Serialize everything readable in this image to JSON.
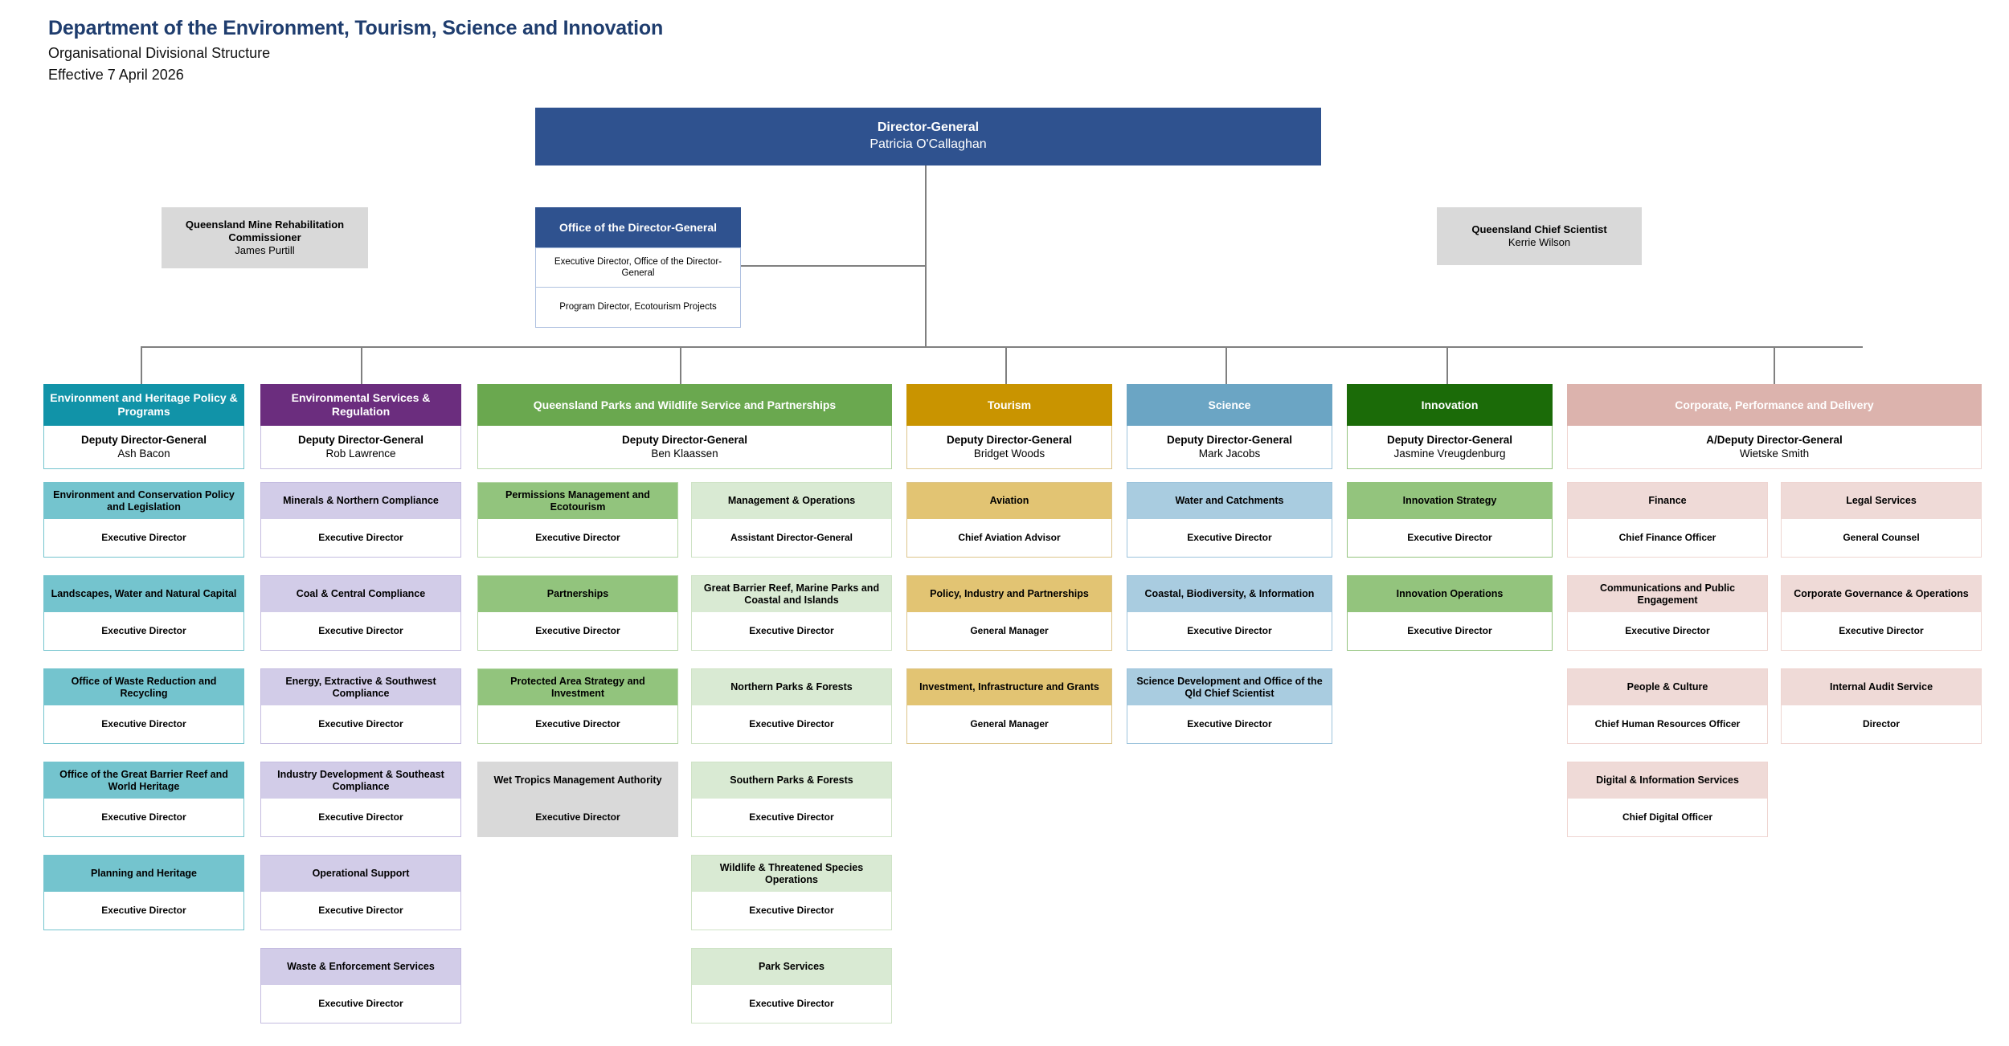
{
  "header": {
    "title": "Department of the Environment, Tourism, Science and Innovation",
    "subtitle": "Organisational Divisional Structure",
    "effective": "Effective 7 April 2026"
  },
  "top": {
    "director_general": {
      "role": "Director-General",
      "name": "Patricia O'Callaghan",
      "color": "#2F528F"
    },
    "mine_rehab": {
      "role": "Queensland Mine Rehabilitation Commissioner",
      "name": "James Purtill",
      "color": "#D9D9D9"
    },
    "chief_scientist": {
      "role": "Queensland Chief Scientist",
      "name": "Kerrie Wilson",
      "color": "#D9D9D9"
    },
    "office_dg": {
      "title": "Office of the Director-General",
      "color": "#2F528F",
      "rows": [
        "Executive Director, Office of the Director-General",
        "Program Director, Ecotourism Projects"
      ]
    }
  },
  "divisions": [
    {
      "title": "Environment and Heritage Policy & Programs",
      "role": "Deputy Director-General",
      "name": "Ash Bacon",
      "header_color": "#1193A8",
      "unit_color": "#74C4CE",
      "border_color": "#74C4CE",
      "units": [
        {
          "title": "Environment and Conservation Policy and Legislation",
          "role": "Executive Director"
        },
        {
          "title": "Landscapes, Water and Natural Capital",
          "role": "Executive Director"
        },
        {
          "title": "Office of Waste Reduction and Recycling",
          "role": "Executive Director"
        },
        {
          "title": "Office of the Great Barrier Reef and World Heritage",
          "role": "Executive Director"
        },
        {
          "title": "Planning and Heritage",
          "role": "Executive Director"
        }
      ]
    },
    {
      "title": "Environmental Services & Regulation",
      "role": "Deputy Director-General",
      "name": "Rob Lawrence",
      "header_color": "#6B2D7E",
      "unit_color": "#D2CCE8",
      "border_color": "#C4BCE0",
      "units": [
        {
          "title": "Minerals & Northern Compliance",
          "role": "Executive Director"
        },
        {
          "title": "Coal & Central Compliance",
          "role": "Executive Director"
        },
        {
          "title": "Energy, Extractive & Southwest Compliance",
          "role": "Executive Director"
        },
        {
          "title": "Industry Development & Southeast Compliance",
          "role": "Executive Director"
        },
        {
          "title": "Operational Support",
          "role": "Executive Director"
        },
        {
          "title": "Waste & Enforcement Services",
          "role": "Executive Director"
        }
      ]
    },
    {
      "title": "Queensland Parks and Wildlife Service and Partnerships",
      "role": "Deputy Director-General",
      "name": "Ben Klaassen",
      "header_color": "#6AA84F",
      "unit_color": "#92C47D",
      "border_color": "#B6D7A8",
      "units_left": [
        {
          "title": "Permissions Management and Ecotourism",
          "role": "Executive Director"
        },
        {
          "title": "Partnerships",
          "role": "Executive Director"
        },
        {
          "title": "Protected Area Strategy and Investment",
          "role": "Executive Director"
        },
        {
          "title": "Wet Tropics Management Authority",
          "role": "Executive Director",
          "grey": true
        }
      ],
      "units_right_color": "#D9EAD3",
      "units_right": [
        {
          "title": "Management & Operations",
          "role": "Assistant Director-General"
        },
        {
          "title": "Great Barrier Reef, Marine Parks and Coastal and Islands",
          "role": "Executive Director"
        },
        {
          "title": "Northern Parks & Forests",
          "role": "Executive Director"
        },
        {
          "title": "Southern Parks & Forests",
          "role": "Executive Director"
        },
        {
          "title": "Wildlife & Threatened Species Operations",
          "role": "Executive Director"
        },
        {
          "title": "Park Services",
          "role": "Executive Director"
        }
      ]
    },
    {
      "title": "Tourism",
      "role": "Deputy Director-General",
      "name": "Bridget Woods",
      "header_color": "#C99400",
      "unit_color": "#E2C473",
      "border_color": "#DDC58A",
      "units": [
        {
          "title": "Aviation",
          "role": "Chief Aviation Advisor"
        },
        {
          "title": "Policy, Industry and Partnerships",
          "role": "General Manager"
        },
        {
          "title": "Investment, Infrastructure and Grants",
          "role": "General Manager"
        }
      ]
    },
    {
      "title": "Science",
      "role": "Deputy Director-General",
      "name": "Mark Jacobs",
      "header_color": "#6BA5C4",
      "unit_color": "#A9CCE0",
      "border_color": "#9CC3DC",
      "units": [
        {
          "title": "Water and Catchments",
          "role": "Executive Director"
        },
        {
          "title": "Coastal, Biodiversity, & Information",
          "role": "Executive Director"
        },
        {
          "title": "Science Development and Office of the Qld Chief Scientist",
          "role": "Executive Director"
        }
      ]
    },
    {
      "title": "Innovation",
      "role": "Deputy Director-General",
      "name": "Jasmine Vreugdenburg",
      "header_color": "#1B6B08",
      "unit_color": "#93C47D",
      "border_color": "#93C47D",
      "units": [
        {
          "title": "Innovation Strategy",
          "role": "Executive Director"
        },
        {
          "title": "Innovation Operations",
          "role": "Executive Director"
        }
      ]
    },
    {
      "title": "Corporate, Performance and Delivery",
      "role": "A/Deputy Director-General",
      "name": "Wietske Smith",
      "header_color": "#DCB3AD",
      "unit_color": "#EFDAD7",
      "border_color": "#EFD5D1",
      "units_left": [
        {
          "title": "Finance",
          "role": "Chief Finance Officer"
        },
        {
          "title": "Communications and Public Engagement",
          "role": "Executive Director"
        },
        {
          "title": "People & Culture",
          "role": "Chief Human Resources Officer"
        },
        {
          "title": "Digital & Information Services",
          "role": "Chief Digital Officer"
        }
      ],
      "units_right": [
        {
          "title": "Legal Services",
          "role": "General Counsel"
        },
        {
          "title": "Corporate Governance & Operations",
          "role": "Executive Director"
        },
        {
          "title": "Internal Audit Service",
          "role": "Director"
        }
      ]
    }
  ]
}
